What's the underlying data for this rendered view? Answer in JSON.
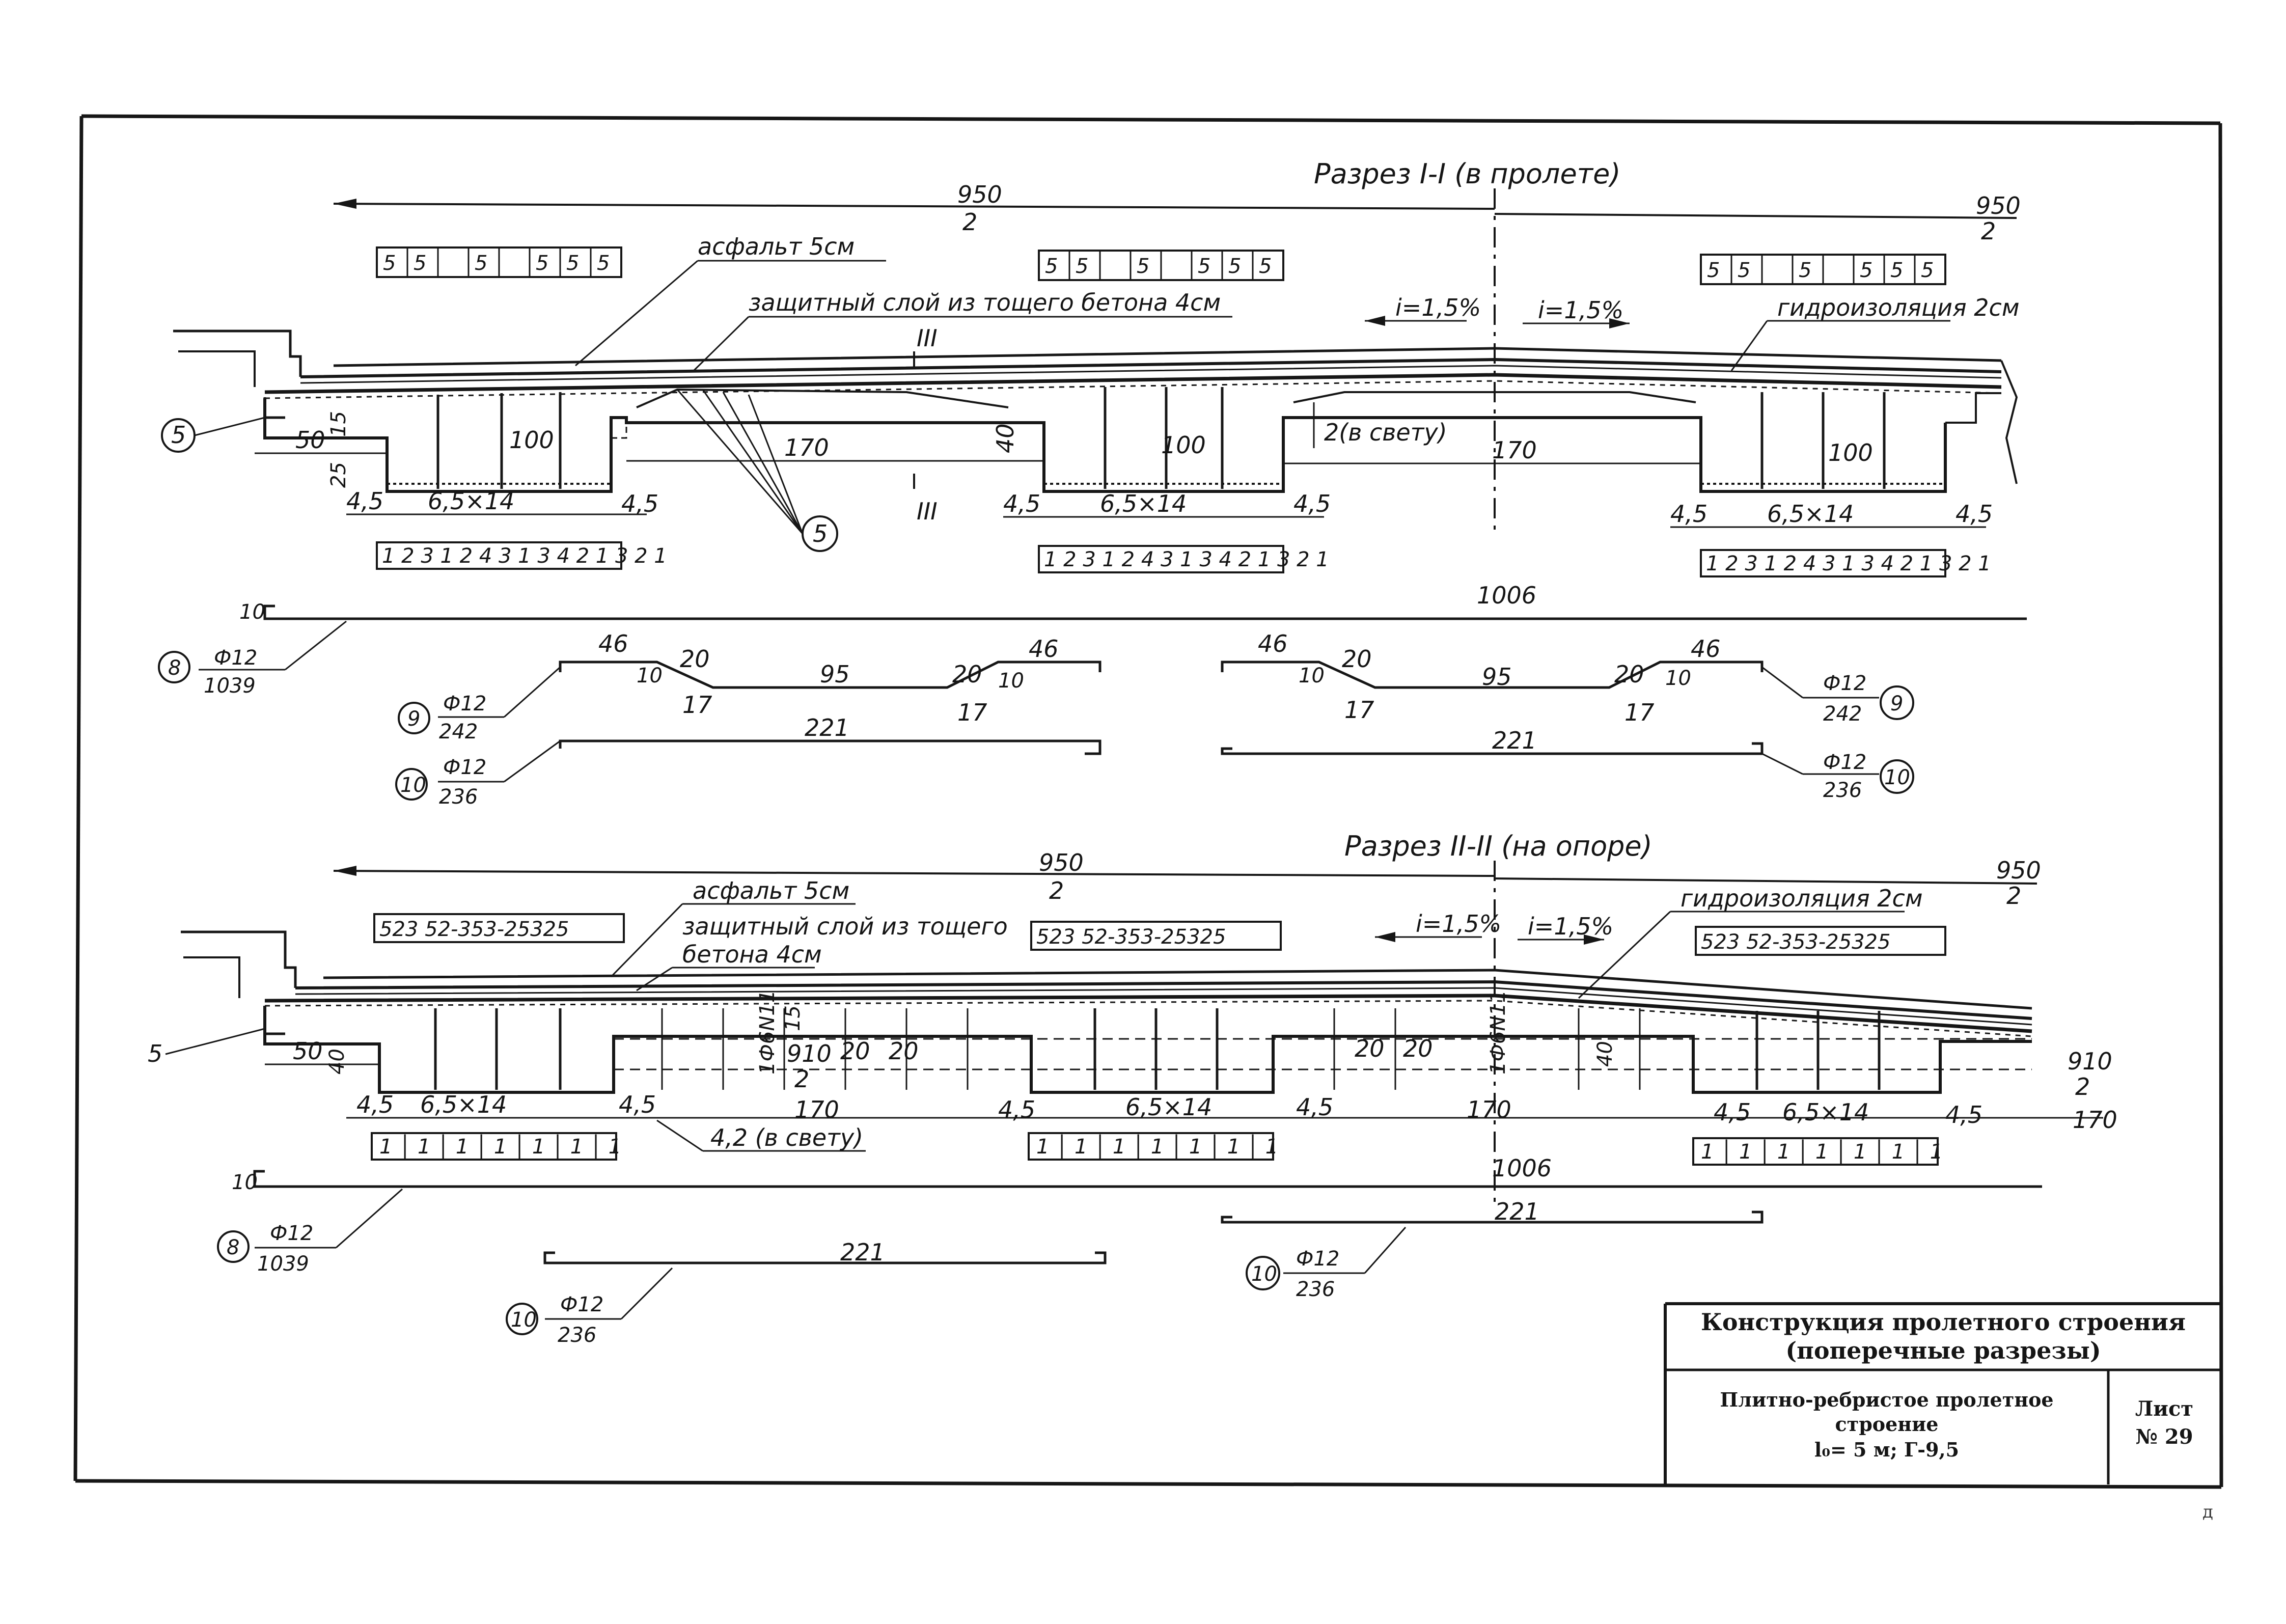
{
  "section1": {
    "title": "Разрез I-I (в пролете)",
    "half_width": {
      "num": "950",
      "den": "2"
    },
    "half_width_right": {
      "num": "950",
      "den": "2"
    },
    "layer_asphalt": "асфальт 5см",
    "layer_protect": "защитный слой из тощего бетона 4см",
    "layer_waterproof": "гидроизоляция 2см",
    "slope_left": "i=1,5%",
    "slope_right": "i=1,5%",
    "top_code": [
      "5",
      "5",
      "5",
      "5",
      "5",
      "5"
    ],
    "bottom_code": [
      "1",
      "2",
      "3",
      "1",
      "2",
      "4",
      "3",
      "1",
      "3",
      "4",
      "2",
      "1",
      "3",
      "2",
      "1"
    ],
    "dim_15": "15",
    "dim_25": "25",
    "dim_50": "50",
    "dim_100": "100",
    "dim_170": "170",
    "dim_40": "40",
    "dim_45": "4,5",
    "dim_6514": "6,5×14",
    "dim_clear": "2(в свету)",
    "section_mark": "III",
    "ref_5": "5"
  },
  "bars": {
    "bar8": {
      "num": "8",
      "dia": "Ф12",
      "len": "1039",
      "span": "1006",
      "hook": "10"
    },
    "bar9": {
      "num": "9",
      "dia": "Ф12",
      "len": "242",
      "a": "46",
      "b": "20",
      "c": "10",
      "d": "17",
      "mid": "95"
    },
    "bar10": {
      "num": "10",
      "dia": "Ф12",
      "len": "236",
      "span": "221"
    }
  },
  "section2": {
    "title": "Разрез II-II (на опоре)",
    "half_width": {
      "num": "950",
      "den": "2"
    },
    "half_width_right": {
      "num": "950",
      "den": "2"
    },
    "layer_asphalt": "асфальт 5см",
    "layer_protect_1": "защитный слой из тощего",
    "layer_protect_2": "бетона 4см",
    "layer_waterproof": "гидроизоляция 2см",
    "slope_left": "i=1,5%",
    "slope_right": "i=1,5%",
    "top_code": "523 52-353-25325",
    "bottom_code": [
      "1",
      "1",
      "1",
      "1",
      "1",
      "1",
      "1"
    ],
    "dim_50": "50",
    "dim_40": "40",
    "dim_15": "15",
    "dim_20": "20",
    "dim_910": {
      "num": "910",
      "den": "2"
    },
    "dim_170": "170",
    "dim_45": "4,5",
    "dim_6514": "6,5×14",
    "dim_clear": "4,2 (в свету)",
    "rebar_mark": "1Ф6N11",
    "ref_5": "5"
  },
  "stamp": {
    "title_1": "Конструкция пролетного строения",
    "title_2": "(поперечные разрезы)",
    "desc_1": "Плитно-ребристое пролетное",
    "desc_2": "строение",
    "desc_3": "l₀= 5 м; Г-9,5",
    "sheet_label": "Лист",
    "sheet_no": "№ 29"
  },
  "page_mark": "д"
}
